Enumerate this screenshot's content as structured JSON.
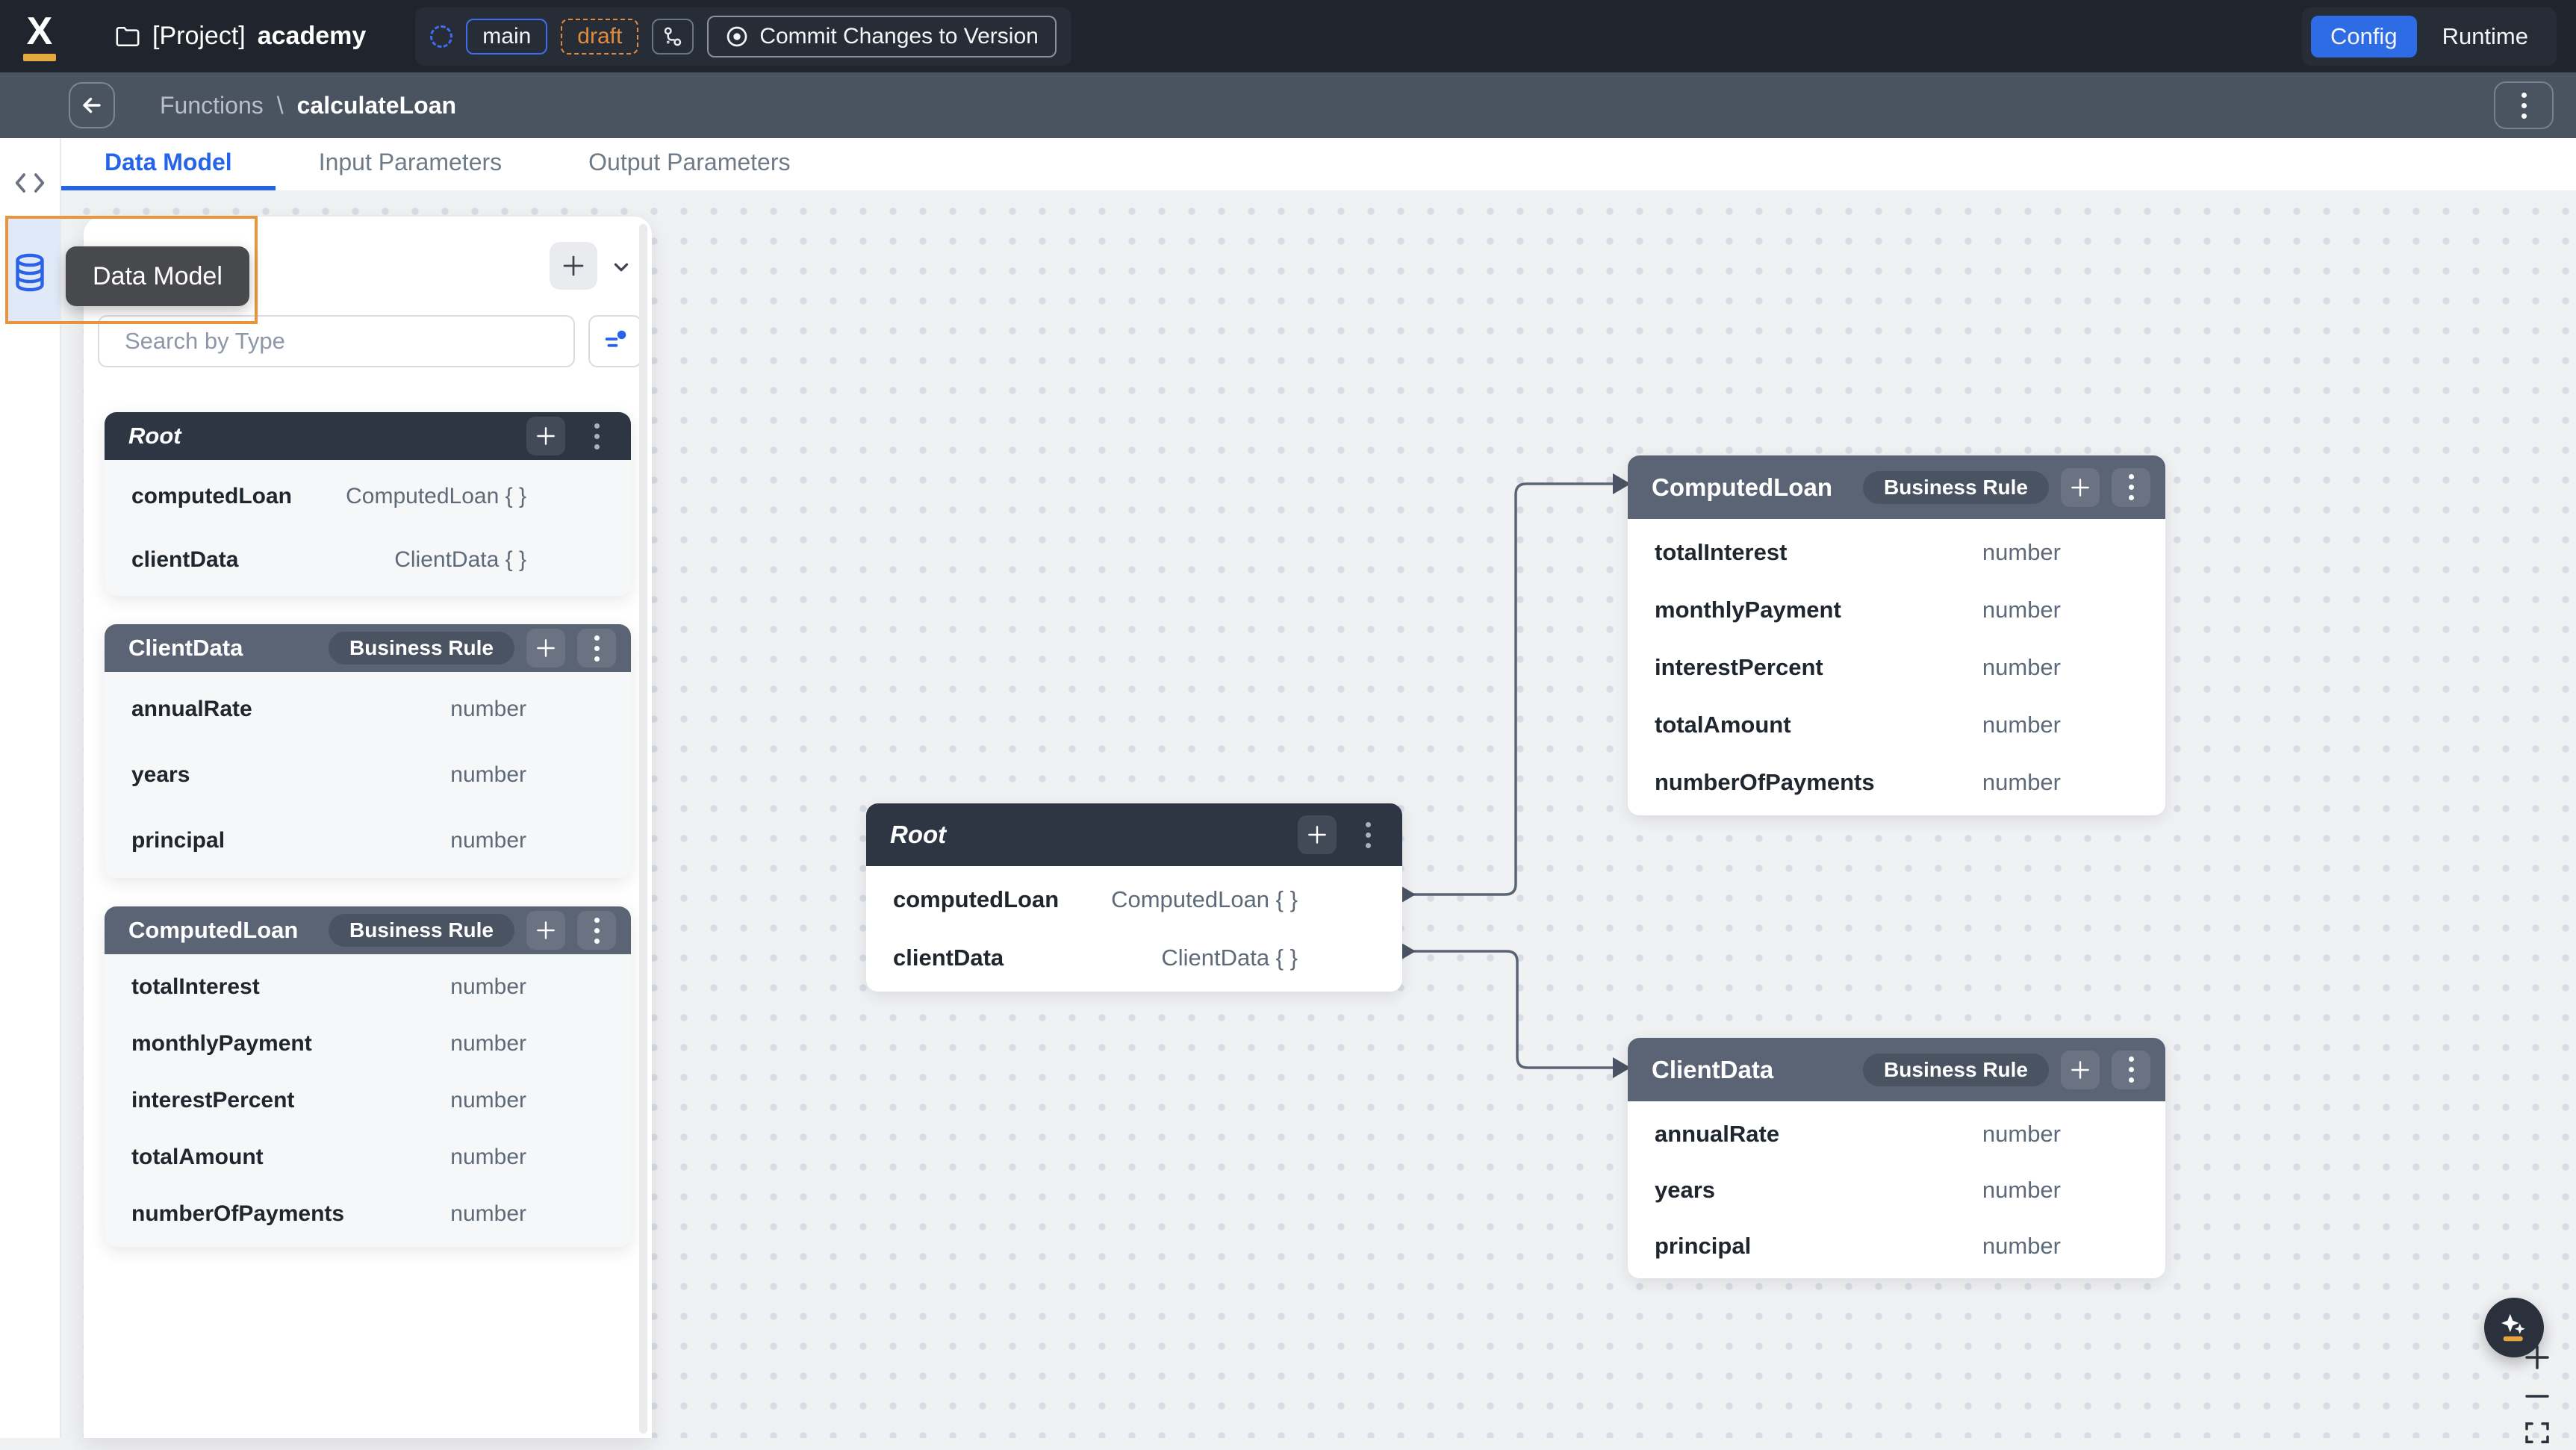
{
  "topbar": {
    "logo": "X",
    "project_prefix": "[Project]",
    "project_name": "academy",
    "branch_badge": "main",
    "draft_badge": "draft",
    "commit_button": "Commit Changes to Version",
    "mode": {
      "config": "Config",
      "runtime": "Runtime",
      "active": "Config"
    }
  },
  "subheader": {
    "section": "Functions",
    "separator": "\\",
    "title": "calculateLoan"
  },
  "tabs": [
    {
      "label": "Data Model",
      "active": true
    },
    {
      "label": "Input Parameters",
      "active": false
    },
    {
      "label": "Output Parameters",
      "active": false
    }
  ],
  "rail": {
    "tooltip": "Data Model",
    "icons": [
      "code-icon",
      "database-icon"
    ]
  },
  "panel": {
    "search_placeholder": "Search by Type"
  },
  "models": {
    "root": {
      "title": "Root",
      "italic": true,
      "badge": "",
      "fields": [
        {
          "name": "computedLoan",
          "type": "ComputedLoan { }"
        },
        {
          "name": "clientData",
          "type": "ClientData { }"
        }
      ]
    },
    "clientdata": {
      "title": "ClientData",
      "italic": false,
      "badge": "Business Rule",
      "fields": [
        {
          "name": "annualRate",
          "type": "number"
        },
        {
          "name": "years",
          "type": "number"
        },
        {
          "name": "principal",
          "type": "number"
        }
      ]
    },
    "computedloan": {
      "title": "ComputedLoan",
      "italic": false,
      "badge": "Business Rule",
      "fields": [
        {
          "name": "totalInterest",
          "type": "number"
        },
        {
          "name": "monthlyPayment",
          "type": "number"
        },
        {
          "name": "interestPercent",
          "type": "number"
        },
        {
          "name": "totalAmount",
          "type": "number"
        },
        {
          "name": "numberOfPayments",
          "type": "number"
        }
      ]
    }
  },
  "panel_cards": [
    "root",
    "clientdata",
    "computedloan"
  ],
  "canvas_nodes": [
    "root",
    "computedloan",
    "clientdata"
  ],
  "connections": [
    {
      "from": "root.computedLoan",
      "to": "computedloan"
    },
    {
      "from": "root.clientData",
      "to": "clientdata"
    }
  ],
  "colors": {
    "accent_blue": "#2563eb",
    "config_blue": "#2e6ce6",
    "orange_highlight": "#e8953c",
    "header_dark": "#2e3644",
    "header_slate": "#5b6474",
    "badge_bg": "#4a5362",
    "connector": "#5b6473",
    "canvas_bg": "#f0f1f3",
    "topbar_bg": "#1f242d",
    "subbar_bg": "#4a5360",
    "logo_underline": "#e3a93c",
    "ai_fab_accent": "#e6a23c"
  }
}
